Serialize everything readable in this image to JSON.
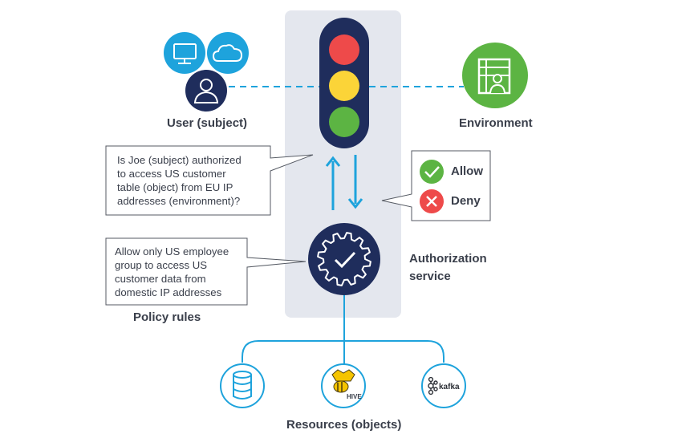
{
  "labels": {
    "user": "User (subject)",
    "environment": "Environment",
    "authorization": [
      "Authorization",
      "service"
    ],
    "policy_rules": "Policy rules",
    "resources": "Resources (objects)"
  },
  "question": [
    "Is Joe (subject) authorized",
    "to access US customer",
    "table (object) from EU IP",
    "addresses (environment)?"
  ],
  "policy_text": [
    "Allow only US employee",
    "group to access US",
    "customer data from",
    "domestic IP addresses"
  ],
  "decisions": {
    "allow": "Allow",
    "deny": "Deny"
  },
  "resource_logos": {
    "hive": "HIVE",
    "kafka": "kafka"
  },
  "colors": {
    "navy": "#1f2d5c",
    "cyan": "#1ea3dc",
    "green": "#5cb443",
    "red": "#ee4a4a",
    "yellow": "#fbd438",
    "panel": "#e4e7ee",
    "text": "#3a3f4b"
  },
  "icons": [
    "desktop-icon",
    "cloud-icon",
    "user-icon",
    "building-icon",
    "gear-check-icon",
    "database-icon",
    "hive-icon",
    "kafka-icon",
    "check-icon",
    "x-icon"
  ]
}
